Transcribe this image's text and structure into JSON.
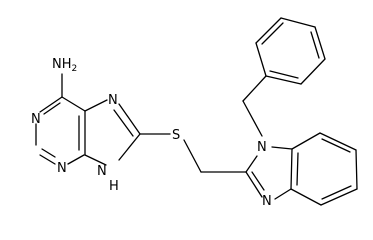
{
  "molecule": {
    "colors": {
      "bond": "#000000",
      "label": "#000000",
      "background": "#ffffff"
    },
    "labels": {
      "amine": "NH",
      "amine_sub": "2",
      "n1": "N",
      "n3": "N",
      "n7": "N",
      "n9": "N",
      "n9_h": "H",
      "sulfur": "S",
      "benzimidazole_n1": "N",
      "benzimidazole_n3": "N"
    }
  }
}
